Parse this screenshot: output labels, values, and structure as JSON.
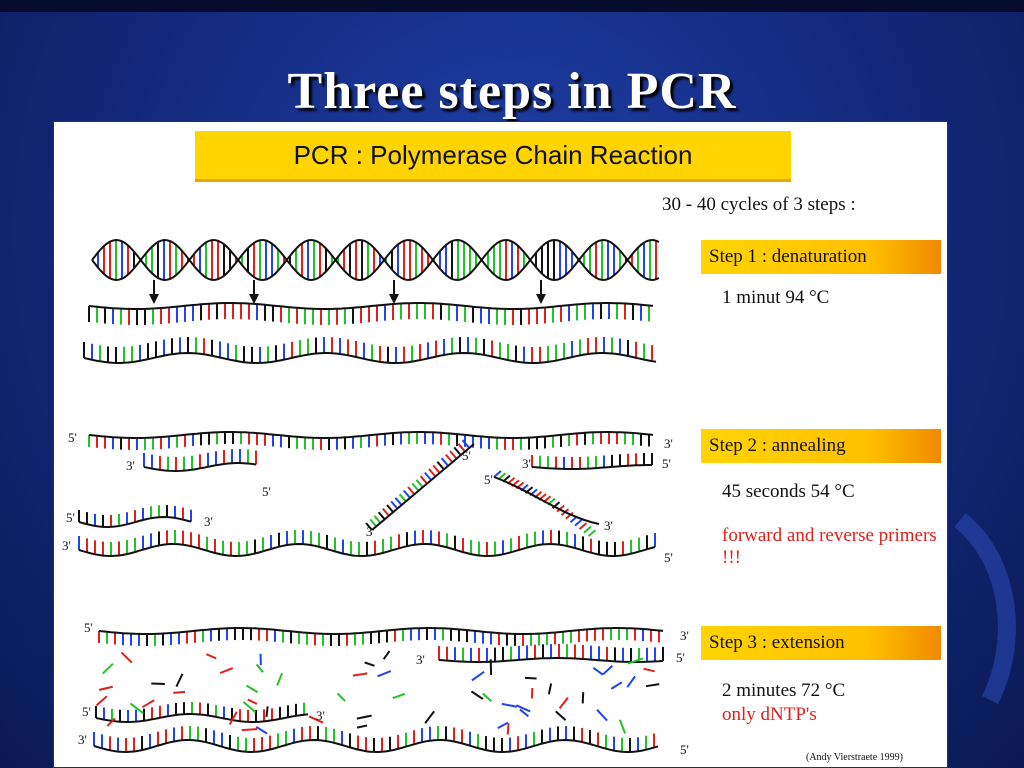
{
  "slide": {
    "title": "Three steps in PCR"
  },
  "diagram": {
    "banner": "PCR : Polymerase Chain Reaction",
    "cycles": "30 - 40 cycles of 3 steps :",
    "steps": [
      {
        "label": "Step 1 : denaturation",
        "condition": "1 minut 94 °C",
        "note": ""
      },
      {
        "label": "Step 2 : annealing",
        "condition": "45 seconds 54 °C",
        "note": "forward and reverse primers !!!"
      },
      {
        "label": "Step 3 : extension",
        "condition": "2 minutes 72 °C",
        "note": "only dNTP's"
      }
    ],
    "credit": "(Andy Vierstraete 1999)",
    "ends": {
      "five": "5'",
      "three": "3'"
    },
    "colors": {
      "banner": "#ffd400",
      "note": "#e0201c",
      "base_red": "#e0201c",
      "base_green": "#22c22a",
      "base_blue": "#2244ee",
      "base_black": "#111111"
    }
  }
}
